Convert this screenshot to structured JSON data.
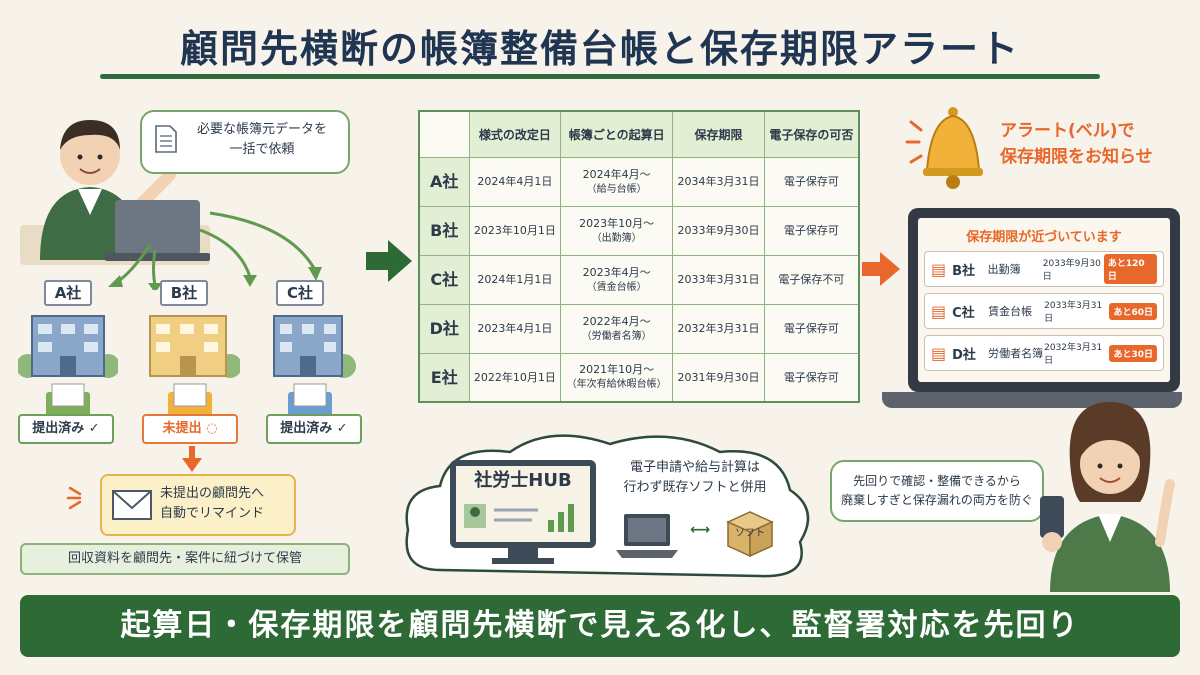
{
  "title": "顧問先横断の帳簿整備台帳と保存期限アラート",
  "request_bubble": {
    "line1": "必要な帳簿元データを",
    "line2": "一括で依頼"
  },
  "companies": [
    {
      "label": "A社",
      "status": "提出済み ✓",
      "state": "done"
    },
    {
      "label": "B社",
      "status": "未提出 ◌",
      "state": "pending"
    },
    {
      "label": "C社",
      "status": "提出済み ✓",
      "state": "done"
    }
  ],
  "reminder": {
    "line1": "未提出の顧問先へ",
    "line2": "自動でリマインド"
  },
  "archive_note": "回収資料を顧問先・案件に紐づけて保管",
  "table": {
    "headers": [
      "",
      "様式の改定日",
      "帳簿ごとの起算日",
      "保存期限",
      "電子保存の可否"
    ],
    "rows": [
      {
        "company": "A社",
        "revised": "2024年4月1日",
        "start": "2024年4月～",
        "book": "（給与台帳）",
        "deadline": "2034年3月31日",
        "electronic": "電子保存可"
      },
      {
        "company": "B社",
        "revised": "2023年10月1日",
        "start": "2023年10月～",
        "book": "（出勤簿）",
        "deadline": "2033年9月30日",
        "electronic": "電子保存可"
      },
      {
        "company": "C社",
        "revised": "2024年1月1日",
        "start": "2023年4月～",
        "book": "（賃金台帳）",
        "deadline": "2033年3月31日",
        "electronic": "電子保存不可"
      },
      {
        "company": "D社",
        "revised": "2023年4月1日",
        "start": "2022年4月～",
        "book": "（労働者名簿）",
        "deadline": "2032年3月31日",
        "electronic": "電子保存可"
      },
      {
        "company": "E社",
        "revised": "2022年10月1日",
        "start": "2021年10月～",
        "book": "（年次有給休暇台帳）",
        "deadline": "2031年9月30日",
        "electronic": "電子保存可"
      }
    ]
  },
  "alert_text": {
    "line1": "アラート(ベル)で",
    "line2": "保存期限をお知らせ"
  },
  "laptop": {
    "heading": "保存期限が近づいています",
    "items": [
      {
        "company": "B社",
        "book": "出勤簿",
        "date": "2033年9月30日",
        "badge": "あと120日"
      },
      {
        "company": "C社",
        "book": "賃金台帳",
        "date": "2033年3月31日",
        "badge": "あと60日"
      },
      {
        "company": "D社",
        "book": "労働者名簿",
        "date": "2032年3月31日",
        "badge": "あと30日"
      }
    ]
  },
  "hub": {
    "title": "社労士HUB",
    "note_line1": "電子申請や給与計算は",
    "note_line2": "行わず既存ソフトと併用",
    "soft_label": "ソフト"
  },
  "advice_bubble": {
    "line1": "先回りで確認・整備できるから",
    "line2": "廃棄しすぎと保存漏れの両方を防ぐ"
  },
  "footer": "起算日・保存期限を顧問先横断で見える化し、監督署対応を先回り",
  "colors": {
    "accent_green": "#2d6a36",
    "alert_orange": "#e8672a",
    "title_navy": "#1f3552"
  }
}
